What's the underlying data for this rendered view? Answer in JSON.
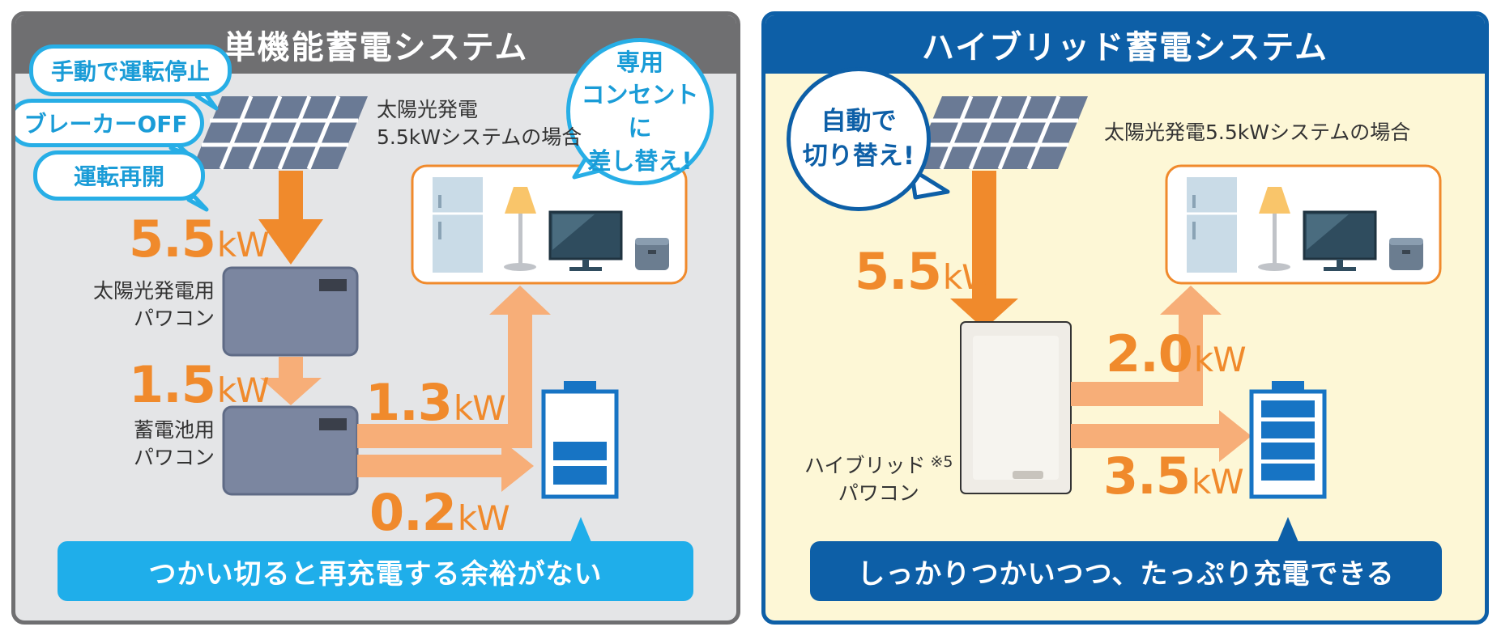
{
  "left": {
    "title": "単機能蓄電システム",
    "bubbles": [
      "手動で運転停止",
      "ブレーカーOFF",
      "運転再開"
    ],
    "callout": [
      "専用",
      "コンセントに",
      "差し替え!"
    ],
    "solar_label": [
      "太陽光発電",
      "5.5kWシステムの場合"
    ],
    "pcs1_label": [
      "太陽光発電用",
      "パワコン"
    ],
    "pcs2_label": [
      "蓄電池用",
      "パワコン"
    ],
    "flows": [
      {
        "value": "5.5",
        "unit": "kW"
      },
      {
        "value": "1.5",
        "unit": "kW"
      },
      {
        "value": "1.3",
        "unit": "kW"
      },
      {
        "value": "0.2",
        "unit": "kW"
      }
    ],
    "footer": "つかい切ると再充電する余裕がない",
    "battery_level": 0.4
  },
  "right": {
    "title": "ハイブリッド蓄電システム",
    "callout": [
      "自動で",
      "切り替え!"
    ],
    "solar_label": "太陽光発電5.5kWシステムの場合",
    "pcs_label": [
      "ハイブリッド",
      "パワコン"
    ],
    "pcs_note": "※5",
    "flows": [
      {
        "value": "5.5",
        "unit": "kW"
      },
      {
        "value": "2.0",
        "unit": "kW"
      },
      {
        "value": "3.5",
        "unit": "kW"
      }
    ],
    "footer": "しっかりつかいつつ、たっぷり充電できる",
    "battery_level": 1.0
  },
  "colors": {
    "orange": "#f08a2c",
    "orange_light": "#f7ae78",
    "light_blue": "#27aee6",
    "dark_blue": "#0d5fa7",
    "gray": "#6f6f71"
  }
}
